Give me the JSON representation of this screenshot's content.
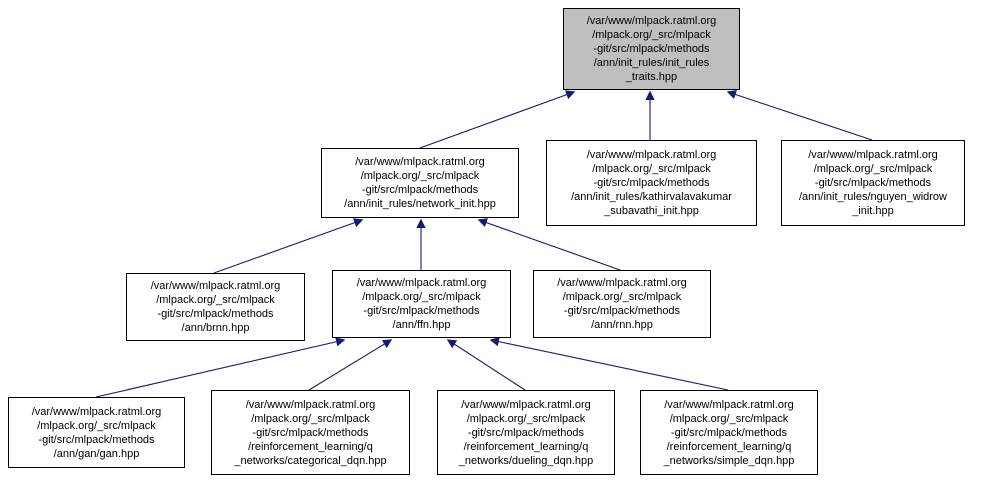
{
  "diagram": {
    "type": "include-dependency-graph",
    "colors": {
      "edge": "#191970",
      "node_border": "#000000",
      "node_fill": "#ffffff",
      "highlighted_node_fill": "#bfbfbf"
    },
    "nodes": [
      {
        "id": "init_rules_traits",
        "highlighted": true,
        "label": "/var/www/mlpack.ratml.org\n/mlpack.org/_src/mlpack\n-git/src/mlpack/methods\n/ann/init_rules/init_rules\n_traits.hpp"
      },
      {
        "id": "network_init",
        "highlighted": false,
        "label": "/var/www/mlpack.ratml.org\n/mlpack.org/_src/mlpack\n-git/src/mlpack/methods\n/ann/init_rules/network_init.hpp"
      },
      {
        "id": "kathirvalavakumar_subavathi_init",
        "highlighted": false,
        "label": "/var/www/mlpack.ratml.org\n/mlpack.org/_src/mlpack\n-git/src/mlpack/methods\n/ann/init_rules/kathirvalavakumar\n_subavathi_init.hpp"
      },
      {
        "id": "nguyen_widrow_init",
        "highlighted": false,
        "label": "/var/www/mlpack.ratml.org\n/mlpack.org/_src/mlpack\n-git/src/mlpack/methods\n/ann/init_rules/nguyen_widrow\n_init.hpp"
      },
      {
        "id": "brnn",
        "highlighted": false,
        "label": "/var/www/mlpack.ratml.org\n/mlpack.org/_src/mlpack\n-git/src/mlpack/methods\n/ann/brnn.hpp"
      },
      {
        "id": "ffn",
        "highlighted": false,
        "label": "/var/www/mlpack.ratml.org\n/mlpack.org/_src/mlpack\n-git/src/mlpack/methods\n/ann/ffn.hpp"
      },
      {
        "id": "rnn",
        "highlighted": false,
        "label": "/var/www/mlpack.ratml.org\n/mlpack.org/_src/mlpack\n-git/src/mlpack/methods\n/ann/rnn.hpp"
      },
      {
        "id": "gan",
        "highlighted": false,
        "label": "/var/www/mlpack.ratml.org\n/mlpack.org/_src/mlpack\n-git/src/mlpack/methods\n/ann/gan/gan.hpp"
      },
      {
        "id": "categorical_dqn",
        "highlighted": false,
        "label": "/var/www/mlpack.ratml.org\n/mlpack.org/_src/mlpack\n-git/src/mlpack/methods\n/reinforcement_learning/q\n_networks/categorical_dqn.hpp"
      },
      {
        "id": "dueling_dqn",
        "highlighted": false,
        "label": "/var/www/mlpack.ratml.org\n/mlpack.org/_src/mlpack\n-git/src/mlpack/methods\n/reinforcement_learning/q\n_networks/dueling_dqn.hpp"
      },
      {
        "id": "simple_dqn",
        "highlighted": false,
        "label": "/var/www/mlpack.ratml.org\n/mlpack.org/_src/mlpack\n-git/src/mlpack/methods\n/reinforcement_learning/q\n_networks/simple_dqn.hpp"
      }
    ],
    "edges": [
      {
        "from": "network_init",
        "to": "init_rules_traits"
      },
      {
        "from": "kathirvalavakumar_subavathi_init",
        "to": "init_rules_traits"
      },
      {
        "from": "nguyen_widrow_init",
        "to": "init_rules_traits"
      },
      {
        "from": "brnn",
        "to": "network_init"
      },
      {
        "from": "ffn",
        "to": "network_init"
      },
      {
        "from": "rnn",
        "to": "network_init"
      },
      {
        "from": "gan",
        "to": "ffn"
      },
      {
        "from": "categorical_dqn",
        "to": "ffn"
      },
      {
        "from": "dueling_dqn",
        "to": "ffn"
      },
      {
        "from": "simple_dqn",
        "to": "ffn"
      }
    ]
  }
}
